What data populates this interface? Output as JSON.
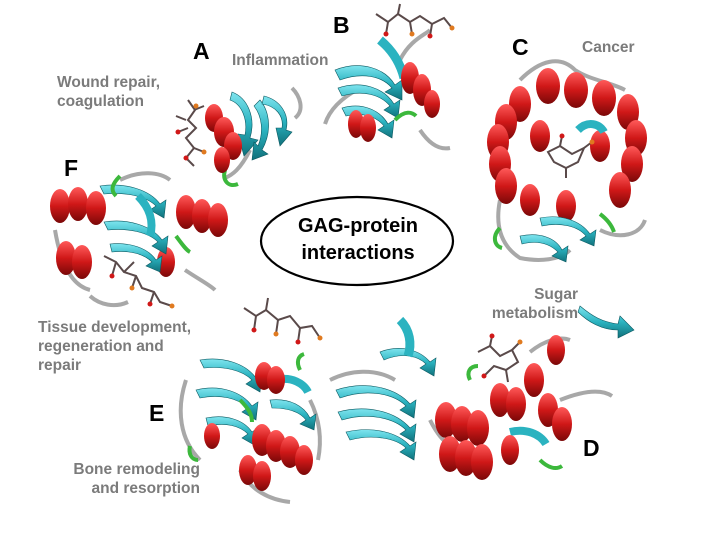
{
  "diagram": {
    "center_label_line1": "GAG-protein",
    "center_label_line2": "interactions",
    "panels": [
      {
        "letter": "A",
        "description": "Wound repair,\ncoagulation"
      },
      {
        "letter": "B",
        "description": "Inflammation"
      },
      {
        "letter": "C",
        "description": "Cancer"
      },
      {
        "letter": "D",
        "description": "Sugar\nmetabolism"
      },
      {
        "letter": "E",
        "description": "Bone remodeling\nand resorption"
      },
      {
        "letter": "F",
        "description": "Tissue development,\nregeneration and\nrepair"
      }
    ]
  },
  "colors": {
    "helix": "#d01818",
    "strand": "#2bb3c0",
    "coil": "#a8a8a8",
    "turn": "#3cb83c",
    "ligand": "#5a4a4a",
    "label_gray": "#7b7b7b"
  },
  "icons": [
    "protein-structure-illustration",
    "gag-ligand-molecule"
  ]
}
